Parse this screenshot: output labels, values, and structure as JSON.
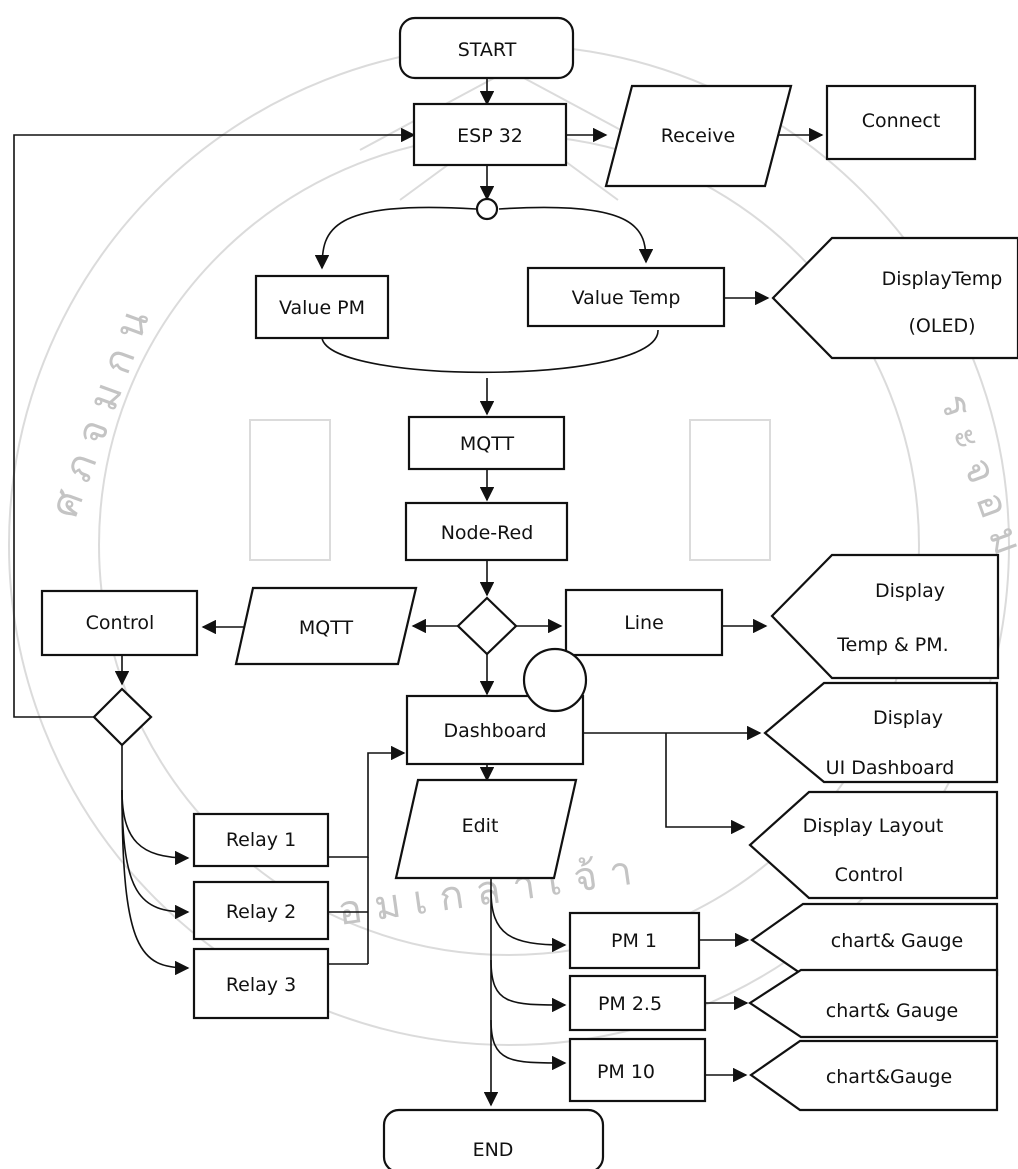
{
  "nodes": {
    "start": "START",
    "esp32": "ESP 32",
    "receive": "Receive",
    "connect": "Connect",
    "value_pm": "Value PM",
    "value_temp": "Value Temp",
    "display_temp_1": "DisplayTemp",
    "display_temp_2": "(OLED)",
    "mqtt_top": "MQTT",
    "node_red": "Node-Red",
    "mqtt_io": "MQTT",
    "control": "Control",
    "line": "Line",
    "display_line_1": "Display",
    "display_line_2": "Temp & PM.",
    "dashboard": "Dashboard",
    "display_ui_1": "Display",
    "display_ui_2": "UI Dashboard",
    "display_layout_1": "Display Layout",
    "display_layout_2": "Control",
    "edit": "Edit",
    "relay1": "Relay 1",
    "relay2": "Relay 2",
    "relay3": "Relay 3",
    "pm1": "PM 1",
    "pm25": "PM 2.5",
    "pm10": "PM 10",
    "gauge1": "chart& Gauge",
    "gauge2": "chart& Gauge",
    "gauge3": "chart&Gauge",
    "end": "END"
  },
  "watermark": {
    "seal_text_left": "ศ ภ จ ม ก น",
    "seal_text_bottom": "อ ม เ ก ล า เ จ้ า",
    "seal_text_right": "ร ะ จ อ ม"
  }
}
